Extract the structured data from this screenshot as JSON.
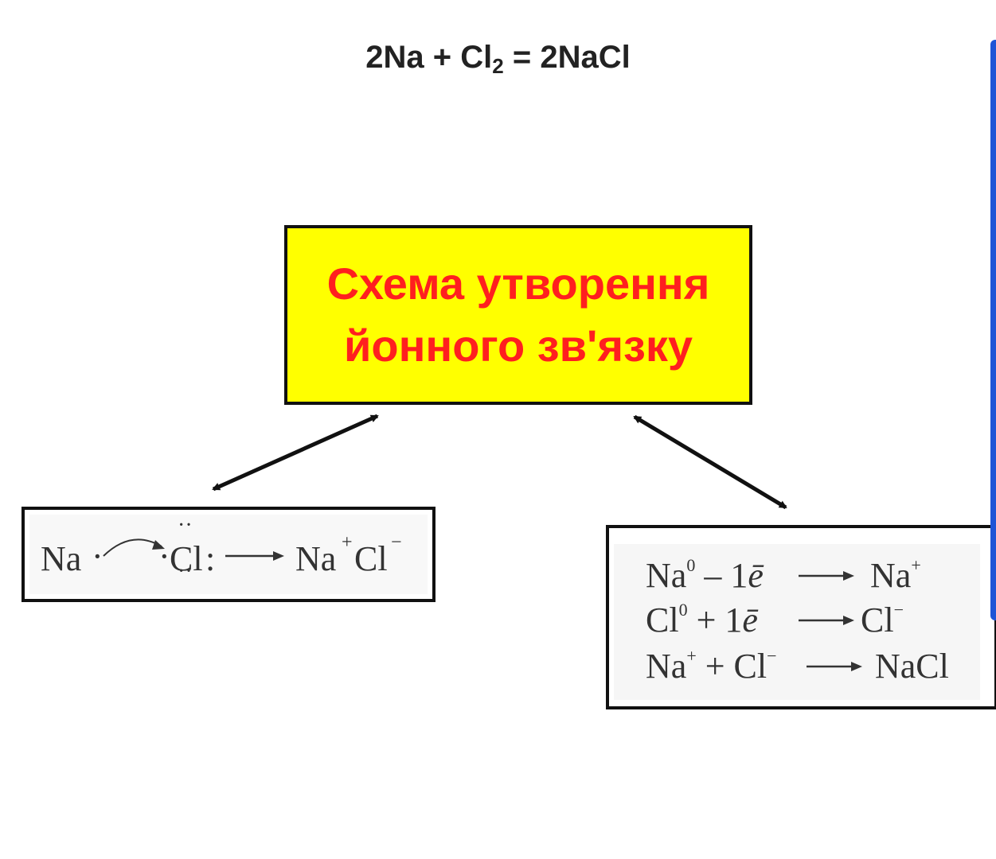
{
  "equation": {
    "left": "2Na + Cl",
    "sub": "2",
    "right": " = 2NaCl"
  },
  "title": {
    "line1": "Схема утворення",
    "line2": "йонного зв'язку",
    "bg_color": "#ffff00",
    "text_color": "#ff1f1f"
  },
  "left_scheme": {
    "na": "Na",
    "cl": "Cl",
    "na_ion": "Na",
    "na_charge": "+",
    "cl_ion": "Cl",
    "cl_charge": "−"
  },
  "right_scheme": {
    "rows": [
      {
        "left": "Na",
        "left_sup": "0",
        "op": " – 1",
        "e": "ē",
        "result": "Na",
        "result_sup": "+"
      },
      {
        "left": "Cl",
        "left_sup": "0",
        "op": " + 1",
        "e": "ē",
        "result": "Cl",
        "result_sup": "−"
      },
      {
        "left": "Na",
        "left_sup": "+",
        "op": " + Cl",
        "op_sup": "−",
        "result": "NaCl"
      }
    ]
  },
  "accent_color": "#1f55d6"
}
